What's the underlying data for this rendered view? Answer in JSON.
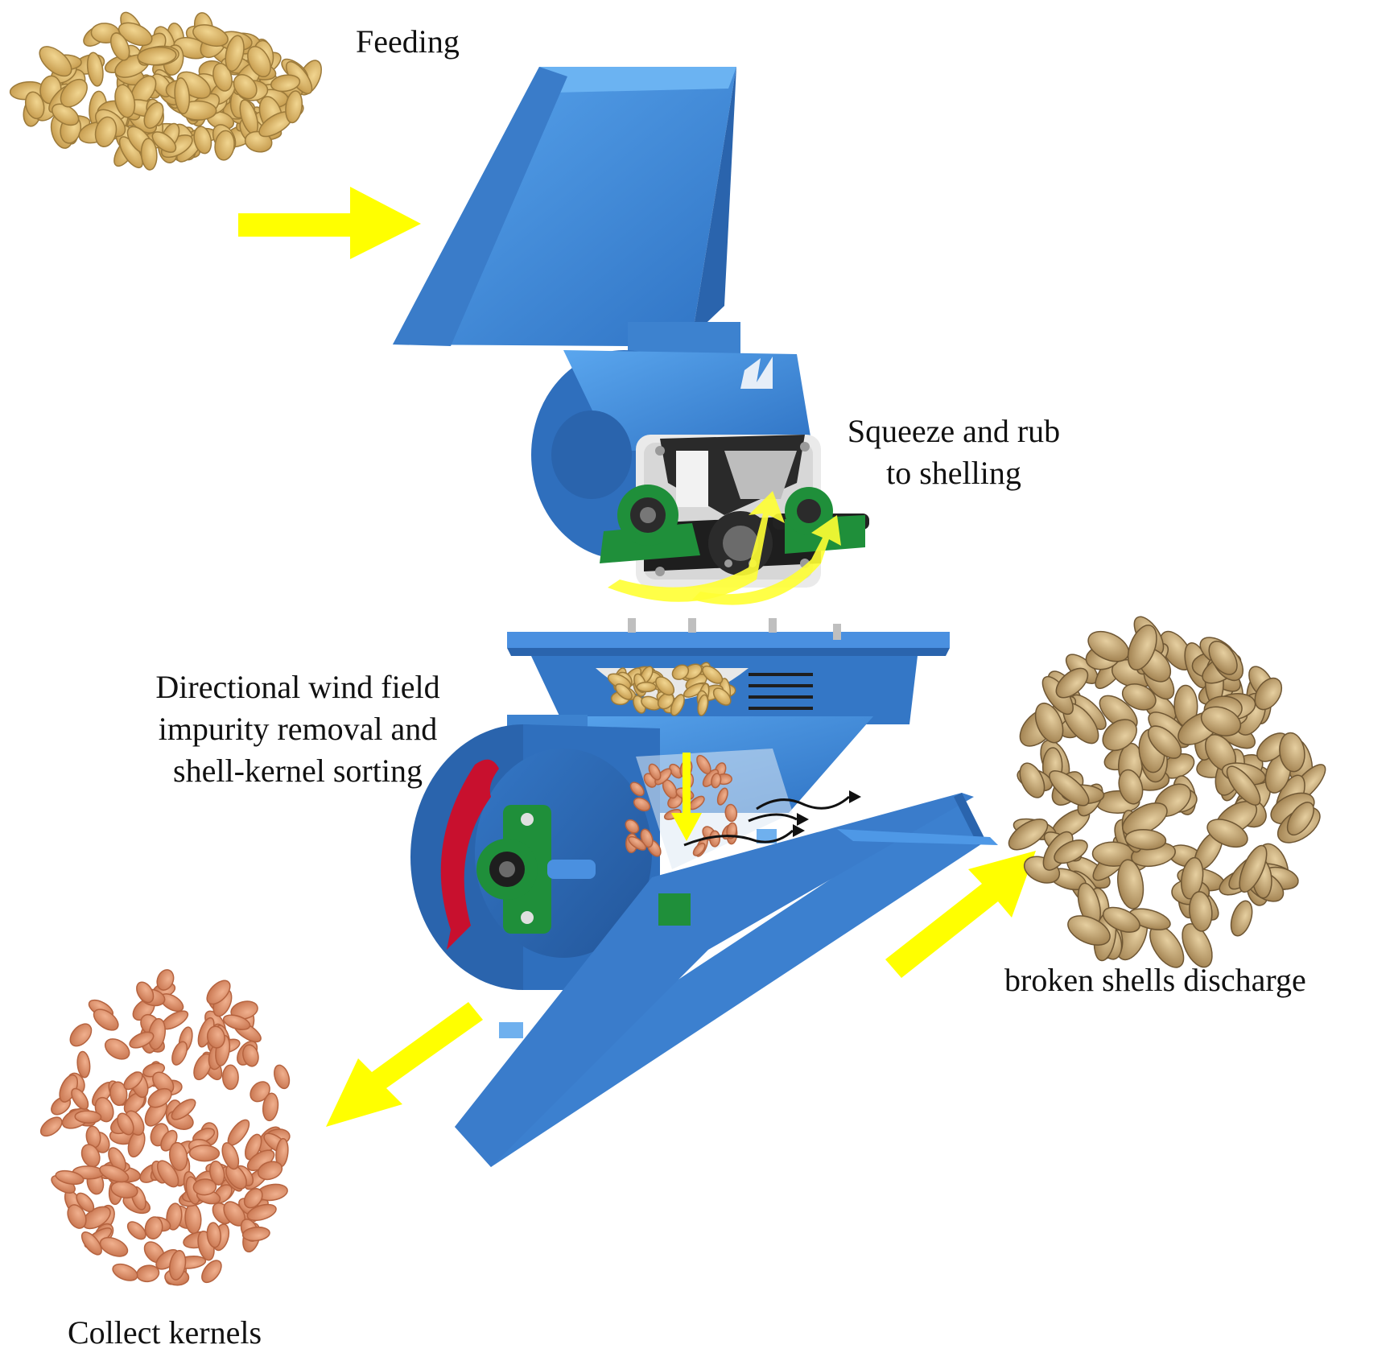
{
  "labels": {
    "feeding": "Feeding",
    "squeeze_line1": "Squeeze and rub",
    "squeeze_line2": "to shelling",
    "wind_line1": "Directional wind field",
    "wind_line2": "impurity removal and",
    "wind_line3": "shell-kernel sorting",
    "shells": "broken shells discharge",
    "kernels": "Collect kernels"
  },
  "colors": {
    "machine_blue": "#3b82d4",
    "machine_blue_dark": "#2a64ad",
    "machine_blue_light": "#5aa6ee",
    "flow_arrow": "#ffff00",
    "bearing_green": "#1f8f3a",
    "handle_red": "#c8102e",
    "peanut_pod": "#d9b46a",
    "peanut_kernel": "#d98c68",
    "shell": "#c9a877"
  }
}
